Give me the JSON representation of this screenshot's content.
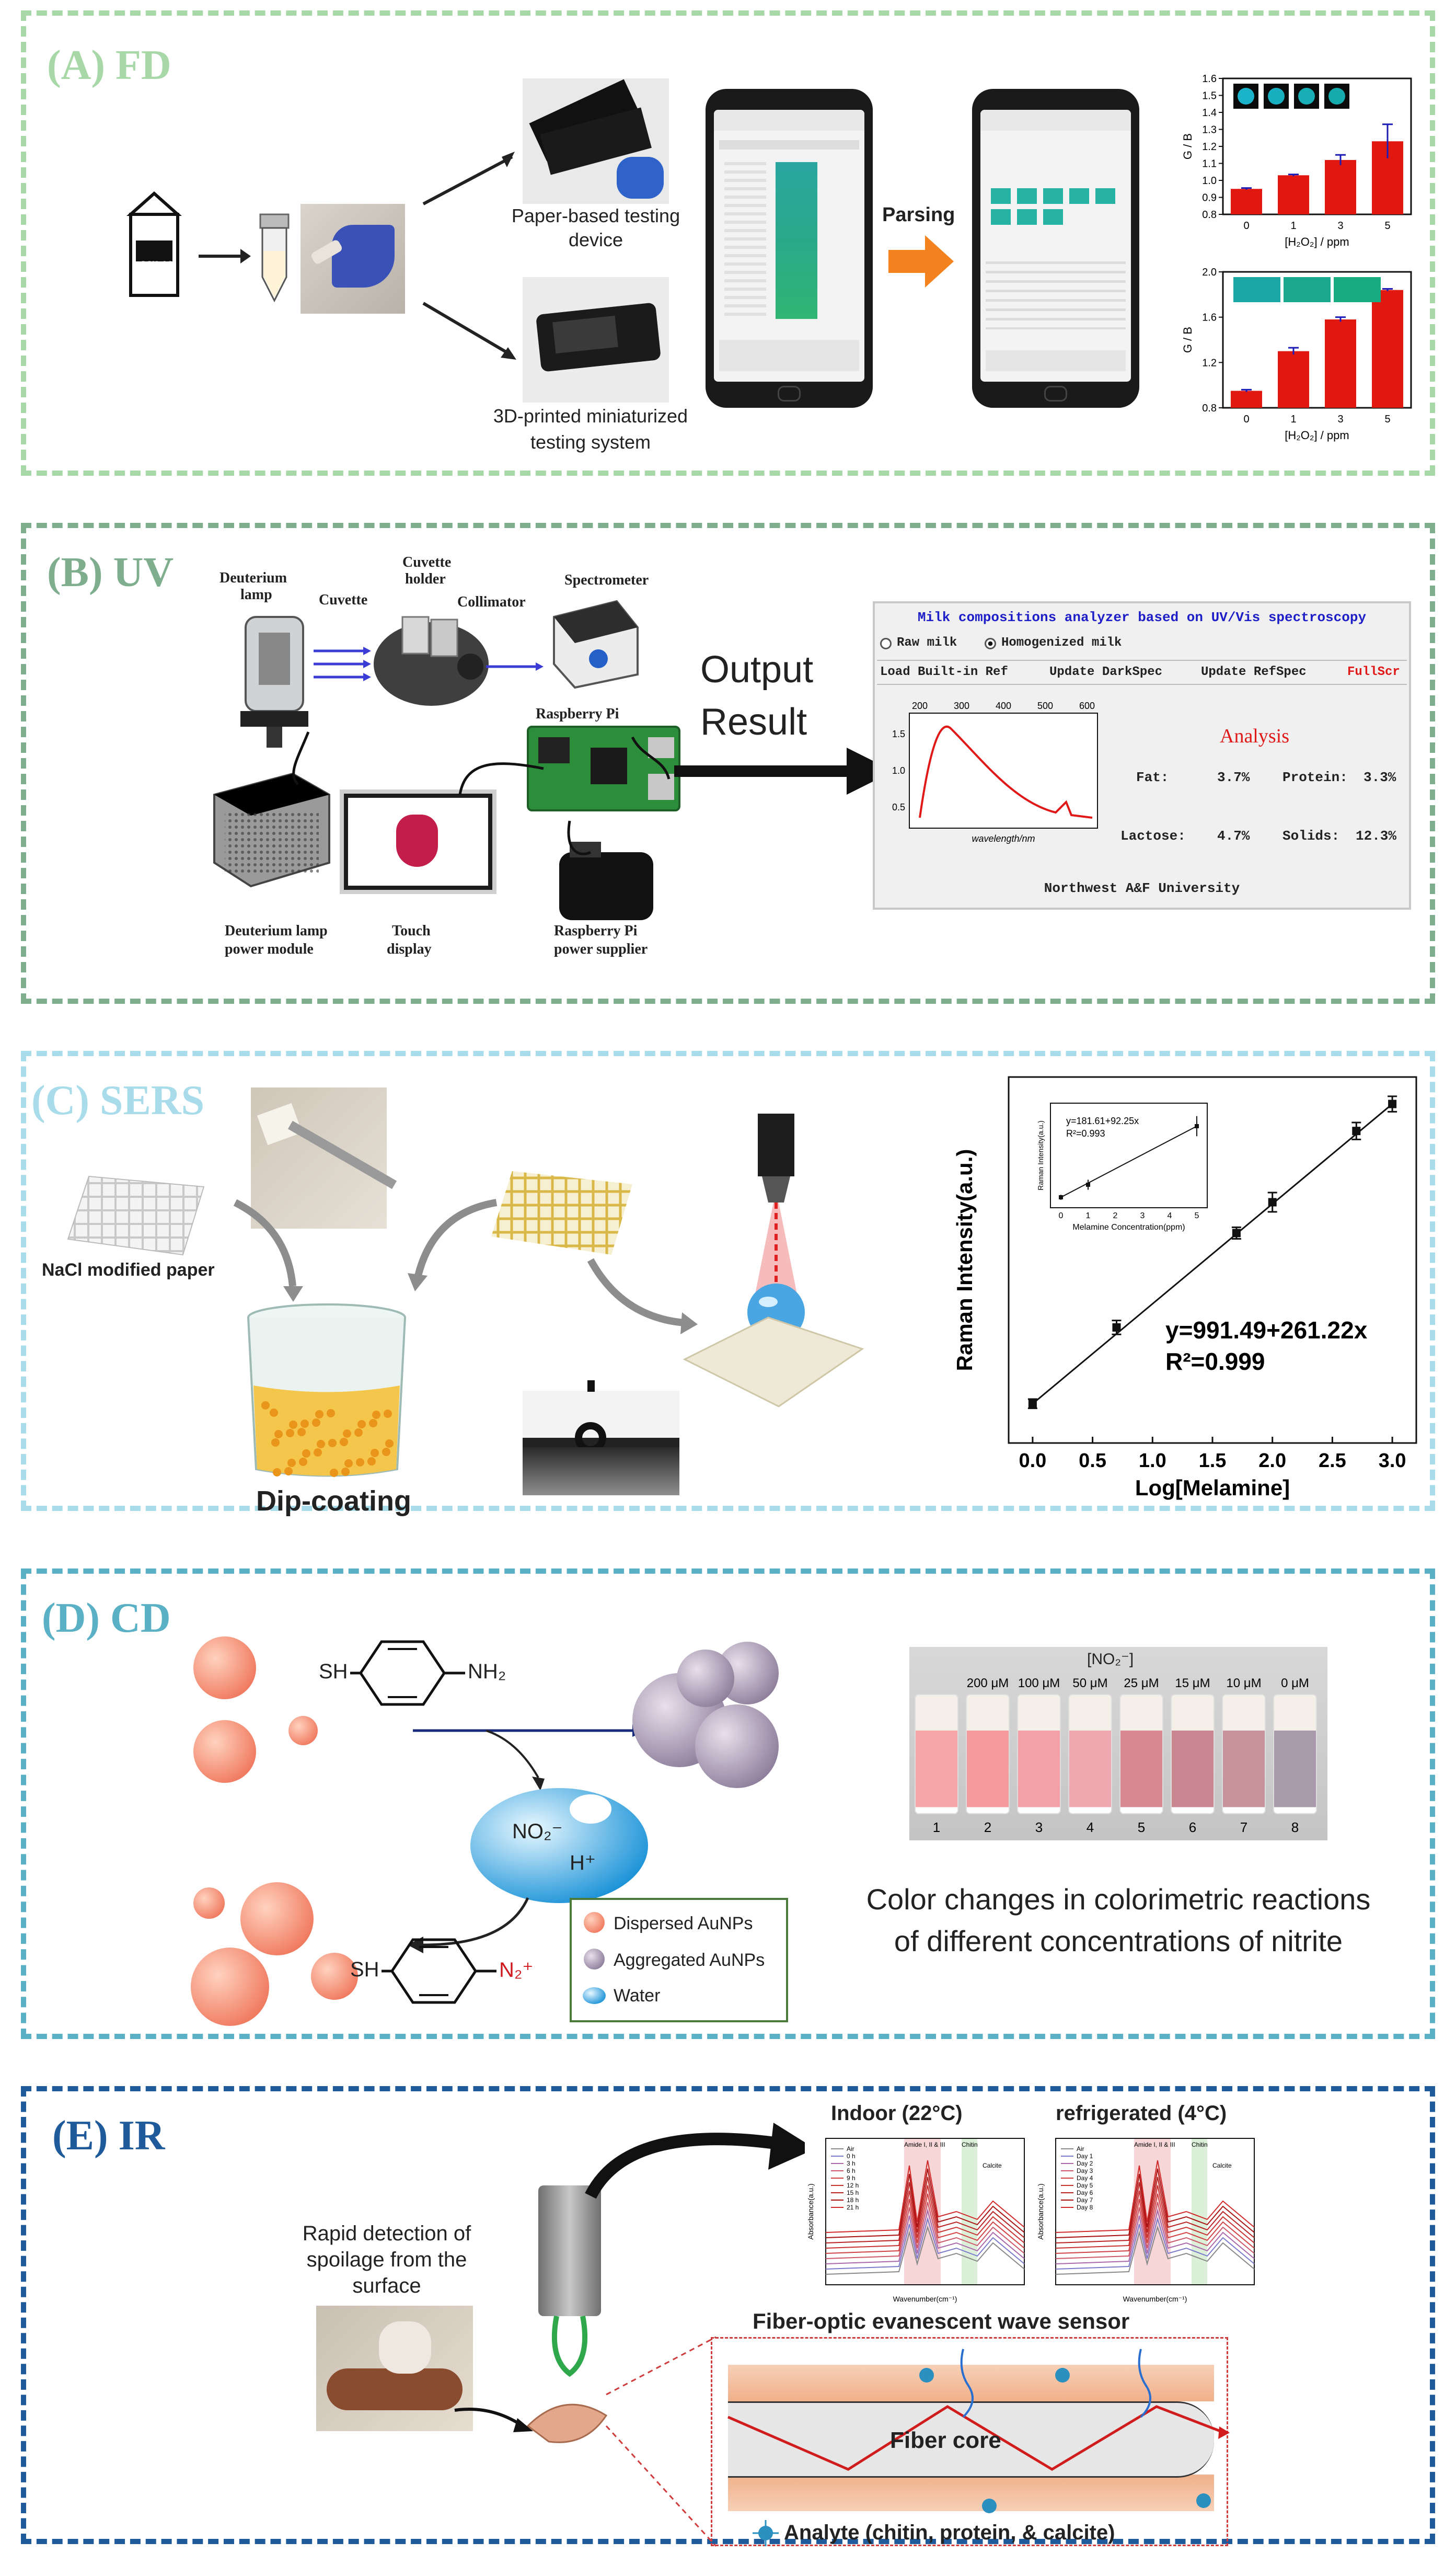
{
  "panels": {
    "a": {
      "title": "(A) FD",
      "paper_device": "Paper-based testing device",
      "printed_system_1": "3D-printed miniaturized",
      "printed_system_2": "testing system",
      "parsing": "Parsing",
      "milk_label": "MILK",
      "chart_top": {
        "ylabel": "G / B",
        "xlabel": "[H₂O₂] / ppm",
        "categories": [
          "0",
          "1",
          "3",
          "5"
        ],
        "values": [
          0.95,
          1.03,
          1.12,
          1.23
        ],
        "errors": [
          0.005,
          0.005,
          0.03,
          0.1
        ],
        "yticks": [
          "0.8",
          "0.9",
          "1.0",
          "1.1",
          "1.2",
          "1.3",
          "1.4",
          "1.5",
          "1.6"
        ],
        "ylim": [
          0.8,
          1.6
        ],
        "color": "#e0180f"
      },
      "chart_bottom": {
        "ylabel": "G / B",
        "xlabel": "[H₂O₂] / ppm",
        "categories": [
          "0",
          "1",
          "3",
          "5"
        ],
        "values": [
          0.95,
          1.3,
          1.58,
          1.84
        ],
        "errors": [
          0.01,
          0.03,
          0.02,
          0.01
        ],
        "yticks": [
          "0.8",
          "1.2",
          "1.6",
          "2.0"
        ],
        "ylim": [
          0.8,
          2.0
        ],
        "color": "#e0180f"
      }
    },
    "b": {
      "title": "(B) UV",
      "deuterium_lamp_1": "Deuterium",
      "deuterium_lamp_2": "lamp",
      "cuvette": "Cuvette",
      "cuvette_holder_1": "Cuvette",
      "cuvette_holder_2": "holder",
      "collimator": "Collimator",
      "spectrometer": "Spectrometer",
      "raspberry_pi": "Raspberry Pi",
      "power_module_1": "Deuterium lamp",
      "power_module_2": "power module",
      "touch_display_1": "Touch",
      "touch_display_2": "display",
      "pi_power_1": "Raspberry Pi",
      "pi_power_2": "power supplier",
      "output_1": "Output",
      "output_2": "Result",
      "app": {
        "title": "Milk compositions analyzer based on UV/Vis spectroscopy",
        "radio_raw": "Raw milk",
        "radio_homogenized": "Homogenized milk",
        "btn_load": "Load Built-in Ref",
        "btn_dark": "Update DarkSpec",
        "btn_ref": "Update RefSpec",
        "btn_full": "FullScr",
        "analysis": "Analysis",
        "fat_label": "Fat:",
        "fat_value": "3.7%",
        "protein_label": "Protein:",
        "protein_value": "3.3%",
        "lactose_label": "Lactose:",
        "lactose_value": "4.7%",
        "solids_label": "Solids:",
        "solids_value": "12.3%",
        "footer": "Northwest A&F University",
        "spec_xticks": [
          "200",
          "300",
          "400",
          "500",
          "600"
        ],
        "spec_yticks": [
          "1.5",
          "1.0",
          "0.5"
        ],
        "spec_xlabel": "wavelength/nm"
      }
    },
    "c": {
      "title": "(C) SERS",
      "nacl_paper": "NaCl modified paper",
      "dip_coating": "Dip-coating",
      "chart_main": {
        "type": "scatter",
        "x": [
          0.0,
          0.7,
          1.7,
          2.0,
          2.7,
          3.0
        ],
        "y": [
          252,
          450,
          695,
          775,
          960,
          1030
        ],
        "errors": [
          12,
          18,
          15,
          25,
          22,
          20
        ],
        "xticks": [
          "0.0",
          "0.5",
          "1.0",
          "1.5",
          "2.0",
          "2.5",
          "3.0"
        ],
        "xlabel": "Log[Melamine]",
        "ylabel": "Raman Intensity(a.u.)",
        "xlim": [
          -0.2,
          3.2
        ],
        "ylim": [
          150,
          1100
        ],
        "equation": "y=991.49+261.22x",
        "r2": "R²=0.999"
      },
      "chart_inset": {
        "x": [
          0,
          1,
          5
        ],
        "y": [
          0.0,
          0.15,
          0.85
        ],
        "errors": [
          0.03,
          0.06,
          0.12
        ],
        "xticks": [
          "0",
          "1",
          "2",
          "3",
          "4",
          "5"
        ],
        "xlabel": "Melamine Concentration(ppm)",
        "ylabel": "Raman Intensity(a.u.)",
        "equation": "y=181.61+92.25x",
        "r2": "R²=0.993"
      }
    },
    "d": {
      "title": "(D) CD",
      "hs_top": "SH",
      "nh2": "NH₂",
      "hs_bottom": "SH",
      "n2": "N₂⁺",
      "no2": "NO₂⁻",
      "hplus": "H⁺",
      "legend_dispersed": "Dispersed AuNPs",
      "legend_aggregated": "Aggregated AuNPs",
      "legend_water": "Water",
      "no2_bracket": "[NO₂⁻]",
      "concentrations": [
        "200 μM",
        "100 μM",
        "50 μM",
        "25 μM",
        "15 μM",
        "10 μM",
        "0 μM"
      ],
      "vial_numbers": [
        "1",
        "2",
        "3",
        "4",
        "5",
        "6",
        "7",
        "8"
      ],
      "caption_1": "Color changes in colorimetric reactions",
      "caption_2": "of different concentrations of nitrite"
    },
    "e": {
      "title": "(E) IR",
      "rapid_1": "Rapid detection of",
      "rapid_2": "spoilage from the",
      "rapid_3": "surface",
      "indoor": "Indoor (22°C)",
      "refrigerated": "refrigerated (4°C)",
      "fiber_sensor": "Fiber-optic evanescent wave sensor",
      "fiber_core": "Fiber core",
      "analyte": "Analyte (chitin, protein, & calcite)",
      "indoor_legend": [
        "Air",
        "0 h",
        "3 h",
        "6 h",
        "9 h",
        "12 h",
        "15 h",
        "18 h",
        "21 h"
      ],
      "refrig_legend": [
        "Air",
        "Day 1",
        "Day 2",
        "Day 3",
        "Day 4",
        "Day 5",
        "Day 6",
        "Day 7",
        "Day 8"
      ],
      "spectra_xlabel": "Wavenumber(cm⁻¹)",
      "spectra_ylabel": "Absorbance(a.u.)",
      "region_labels": [
        "Amide I, II & III",
        "Chitin",
        "Calcite"
      ]
    }
  },
  "colors": {
    "a": "#a8d8a8",
    "b": "#7fae8f",
    "c": "#a9dceb",
    "d": "#5ab0c4",
    "e": "#1f5a9a"
  }
}
